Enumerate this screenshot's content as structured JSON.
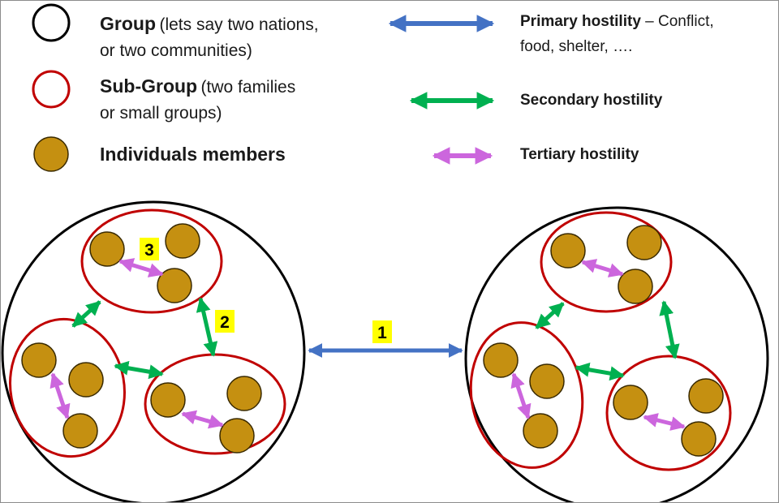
{
  "legend": {
    "group": {
      "title": "Group",
      "note_line1": "(lets say two nations,",
      "note_line2": "or two communities)"
    },
    "subgroup": {
      "title": "Sub-Group",
      "note_line1": "(two families",
      "note_line2": "or small groups)"
    },
    "individuals": {
      "title": "Individuals members"
    },
    "primary": {
      "title": "Primary hostility",
      "note_line1": " – Conflict,",
      "note_line2": "food, shelter, …."
    },
    "secondary": {
      "title": "Secondary hostility"
    },
    "tertiary": {
      "title": "Tertiary hostility"
    }
  },
  "markers": {
    "primary": "1",
    "secondary": "2",
    "tertiary": "3"
  },
  "colors": {
    "group_outline": "#000000",
    "subgroup_outline": "#c00000",
    "member_fill": "#c59011",
    "member_outline": "#3a2a00",
    "primary_arrow": "#4472c4",
    "secondary_arrow": "#00b050",
    "tertiary_arrow": "#cc66dd",
    "marker_highlight": "#ffff00"
  }
}
